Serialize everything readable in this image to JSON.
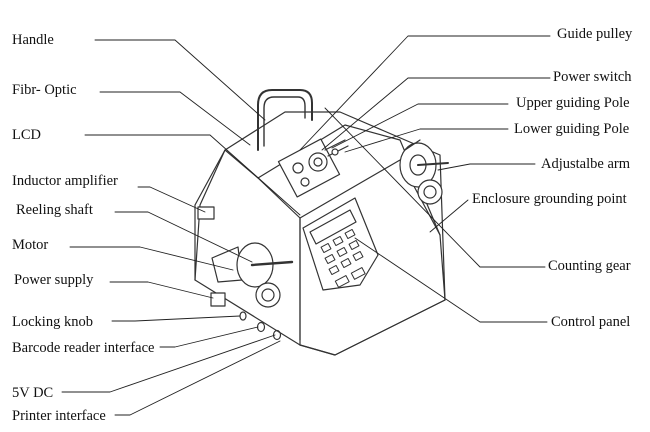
{
  "labels": {
    "handle": "Handle",
    "fibr_optic": "Fibr- Optic",
    "lcd": "LCD",
    "inductor_amplifier": "Inductor amplifier",
    "reeling_shaft": "Reeling shaft",
    "motor": "Motor",
    "power_supply": "Power supply",
    "locking_knob": "Locking knob",
    "barcode_reader_interface": "Barcode reader interface",
    "dc_5v": "5V DC",
    "printer_interface": "Printer interface",
    "guide_pulley": "Guide pulley",
    "power_switch": "Power switch",
    "upper_guiding_pole": "Upper guiding Pole",
    "lower_guiding_pole": "Lower guiding Pole",
    "adjustable_arm": "Adjustalbe arm",
    "enclosure_grounding_point": "Enclosure grounding point",
    "counting_gear": "Counting gear",
    "control_panel": "Control panel"
  }
}
